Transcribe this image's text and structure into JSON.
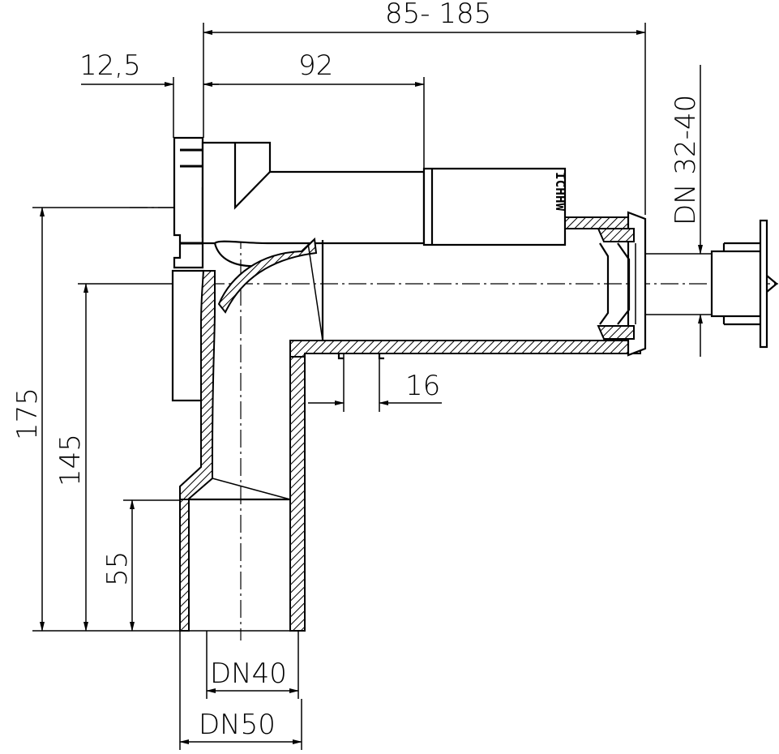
{
  "dimensions": {
    "overall_length": "85- 185",
    "flange_offset": "12,5",
    "inlet_length": "92",
    "connection_diameter": "DN 32-40",
    "spacing": "16",
    "height_total": "175",
    "height_center": "145",
    "height_socket": "55",
    "outlet_inner": "DN40",
    "outlet_outer": "DN50"
  },
  "brand_mark": "ICHHW"
}
